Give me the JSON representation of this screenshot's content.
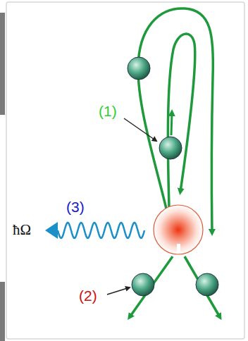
{
  "diagram": {
    "labels": [
      "(1)",
      "(3)",
      "ħΩ",
      "(2)"
    ]
  }
}
